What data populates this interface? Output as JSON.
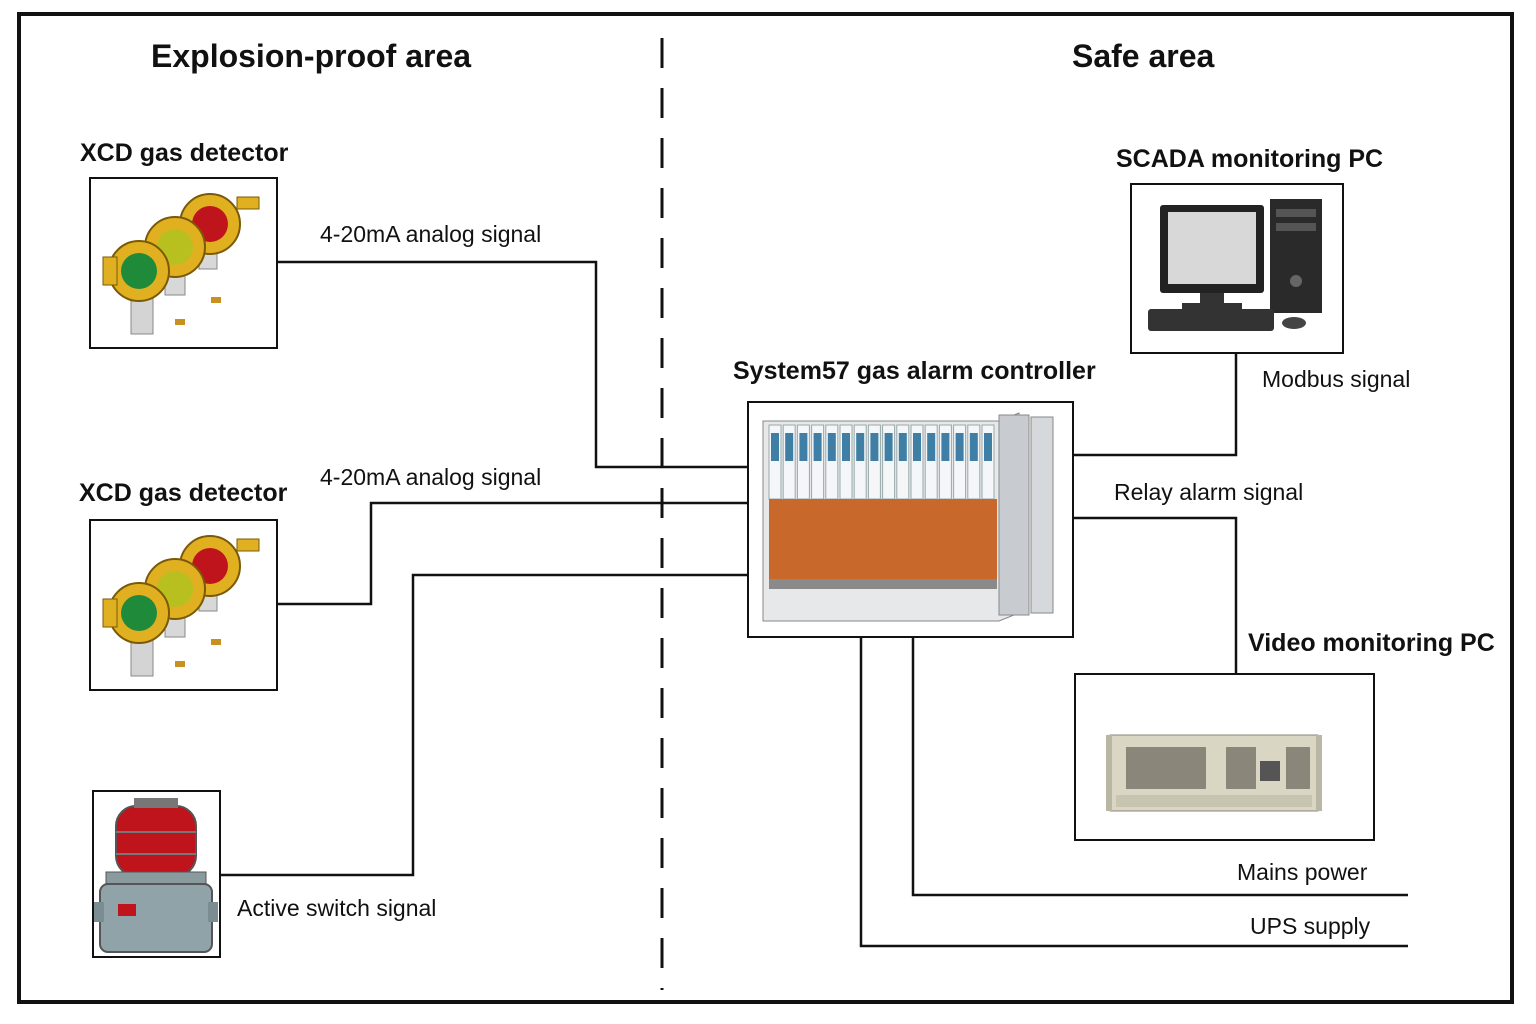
{
  "areas": {
    "left": "Explosion-proof area",
    "right": "Safe area"
  },
  "devices": {
    "detector_1": "XCD gas detector",
    "detector_2": "XCD gas detector",
    "scada": "SCADA monitoring PC",
    "controller": "System57 gas alarm controller",
    "video": "Video monitoring PC"
  },
  "signals": {
    "analog_1": "4-20mA analog signal",
    "analog_2": "4-20mA analog signal",
    "active_switch": "Active switch signal",
    "modbus": "Modbus signal",
    "relay": "Relay alarm signal",
    "mains": "Mains power",
    "ups": "UPS supply"
  },
  "colors": {
    "line": "#111111",
    "detector_body": "#e0b020",
    "beacon_red": "#c0141c",
    "controller_cards": "#c8682a"
  }
}
